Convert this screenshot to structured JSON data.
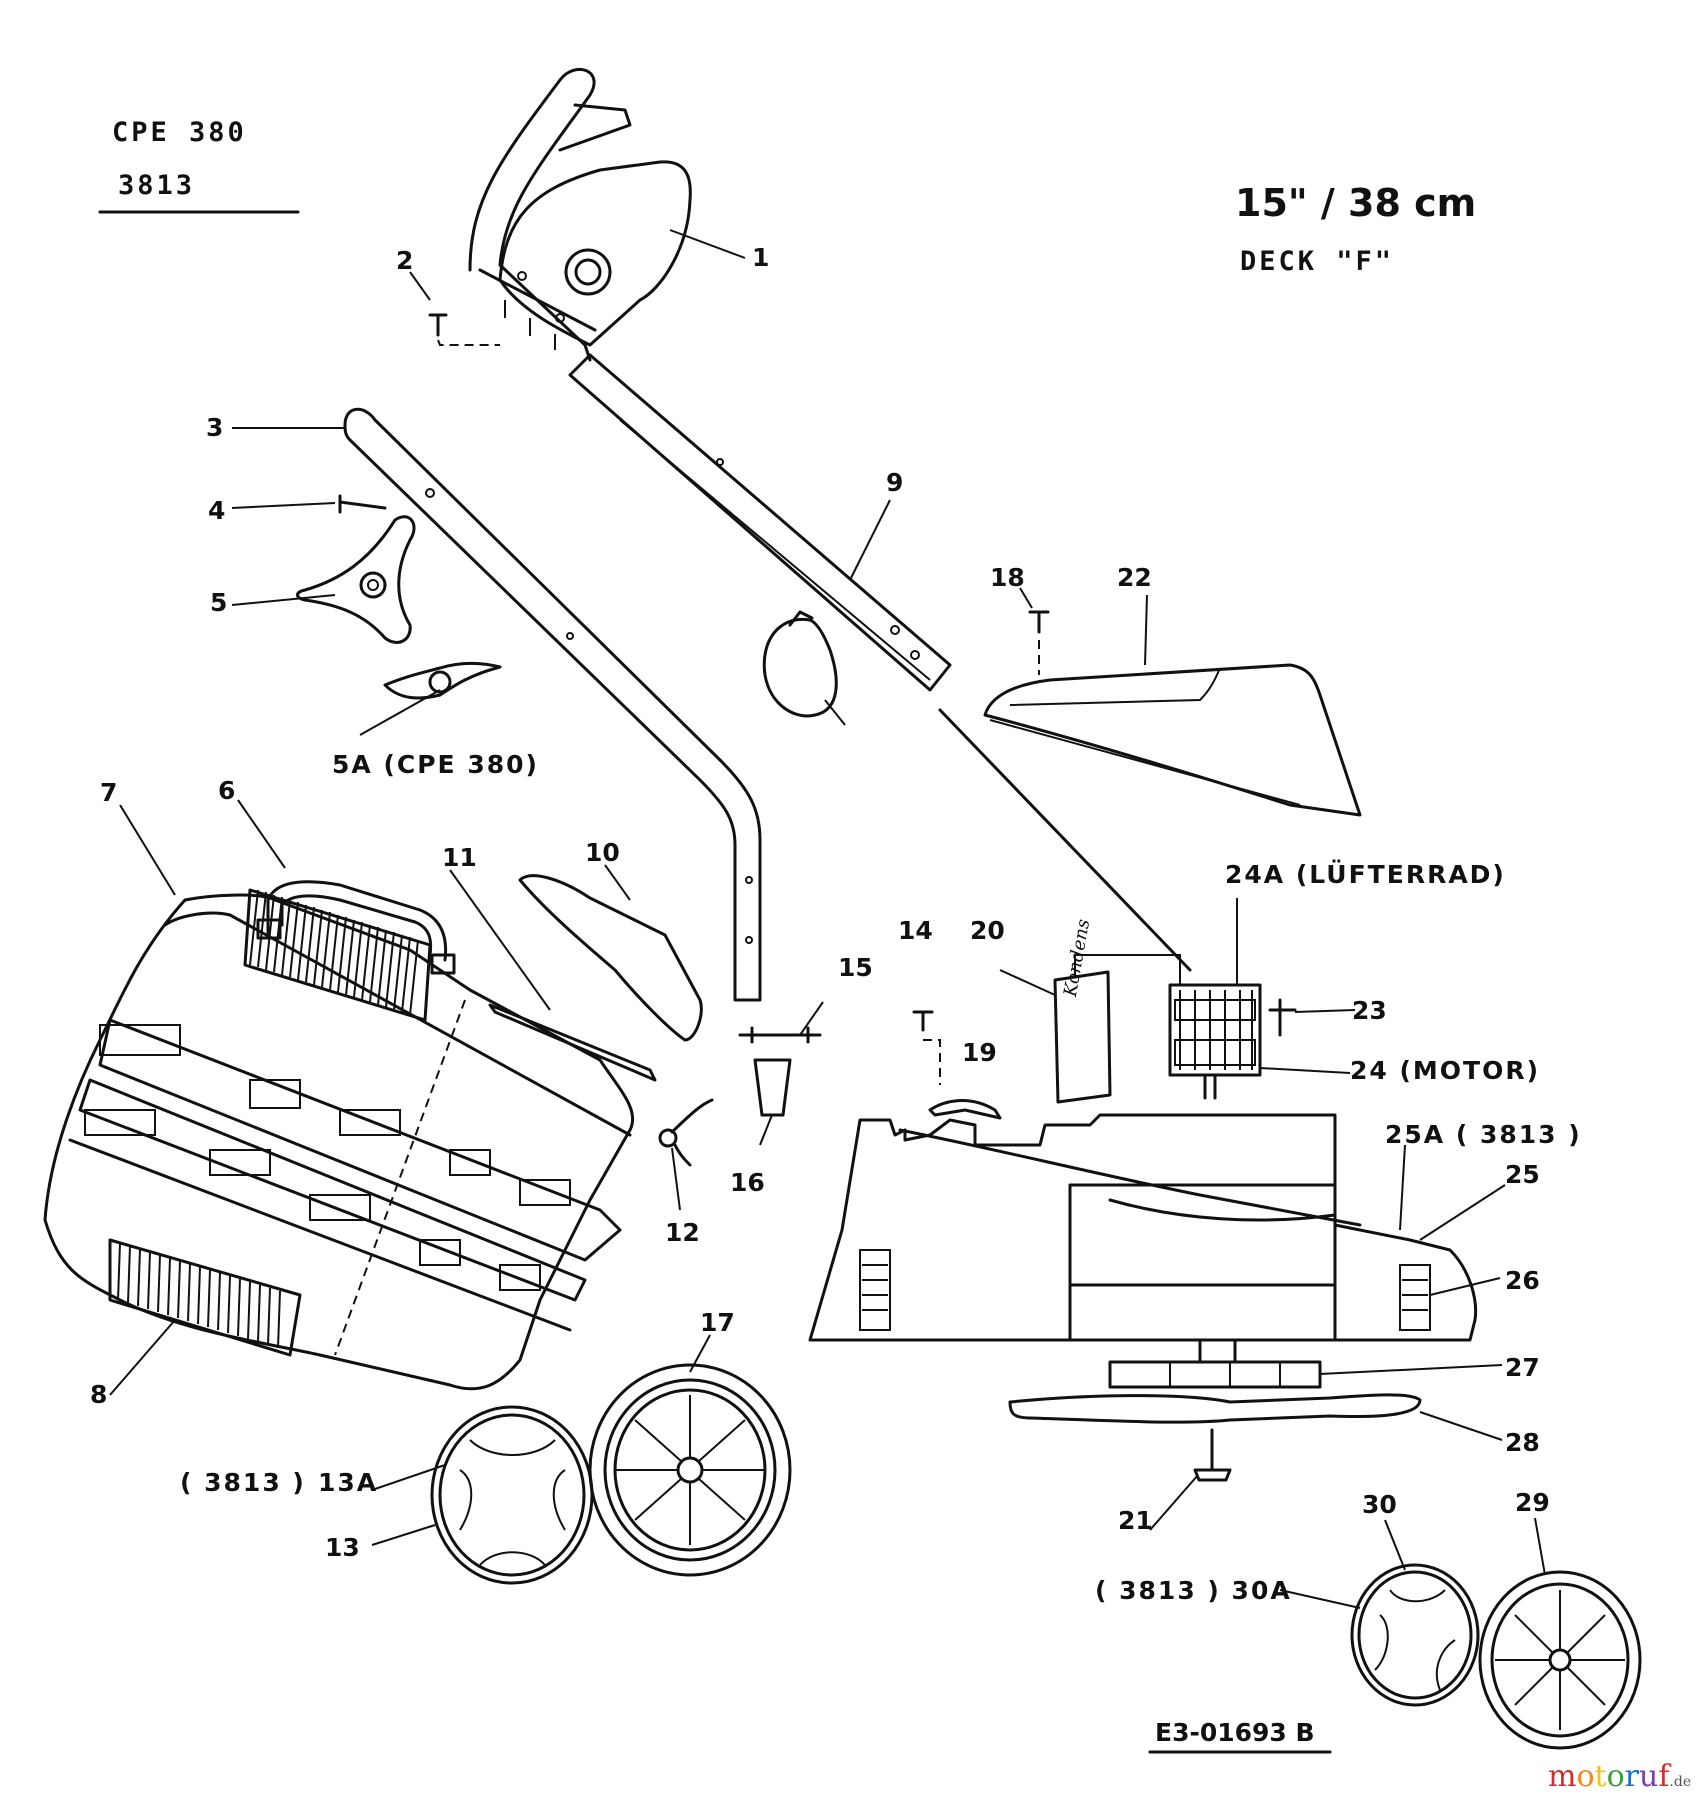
{
  "header": {
    "model": "CPE 380",
    "number": "3813",
    "size": "15\" / 38 cm",
    "deck": "DECK \"F\""
  },
  "drawing_code": "E3-01693 B",
  "logo": {
    "text": "motoruf",
    "suffix": ".de",
    "colors": [
      "#d62b2b",
      "#f08a1d",
      "#f2c21b",
      "#3aa13a",
      "#1f6fc9",
      "#7a3fb5",
      "#d62b2b"
    ]
  },
  "callouts": {
    "p1": "1",
    "p2": "2",
    "p3": "3",
    "p4": "4",
    "p5": "5",
    "p5a": "5A (CPE 380)",
    "p6": "6",
    "p7": "7",
    "p8": "8",
    "p9": "9",
    "p10": "10",
    "p11": "11",
    "p12": "12",
    "p13": "13",
    "p13a": "13A",
    "p13a_note": "( 3813 )",
    "p14": "14",
    "p15": "15",
    "p16": "16",
    "p17": "17",
    "p18": "18",
    "p19": "19",
    "p20": "20",
    "p21": "21",
    "p22": "22",
    "p23": "23",
    "p24": "24 (MOTOR)",
    "p24a": "24A (LÜFTERRAD)",
    "p25": "25",
    "p25a": "25A ( 3813 )",
    "p26": "26",
    "p27": "27",
    "p28": "28",
    "p29": "29",
    "p30": "30",
    "p30a": "( 3813 ) 30A"
  },
  "part_markings": {
    "motor_label": "Kondens"
  }
}
